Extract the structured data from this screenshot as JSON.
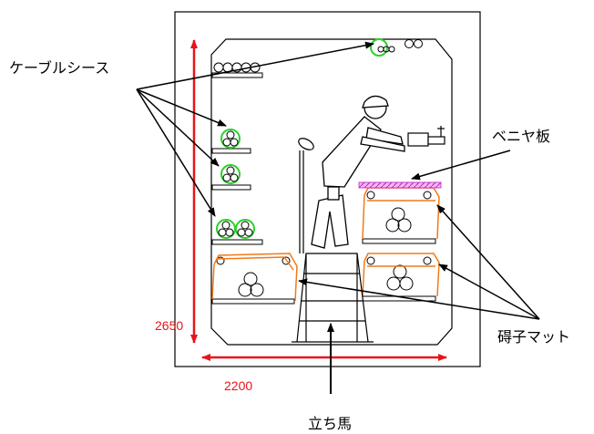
{
  "labels": {
    "cable_sheath": "ケーブルシース",
    "plywood": "ベニヤ板",
    "insulator_mat": "碍子マット",
    "stand": "立ち馬",
    "height_dim": "2650",
    "width_dim": "2200"
  },
  "colors": {
    "dimension": "#e8141b",
    "cable_ring": "#2bd12b",
    "mat": "#f07a1a",
    "plywood": "#e040e0"
  }
}
